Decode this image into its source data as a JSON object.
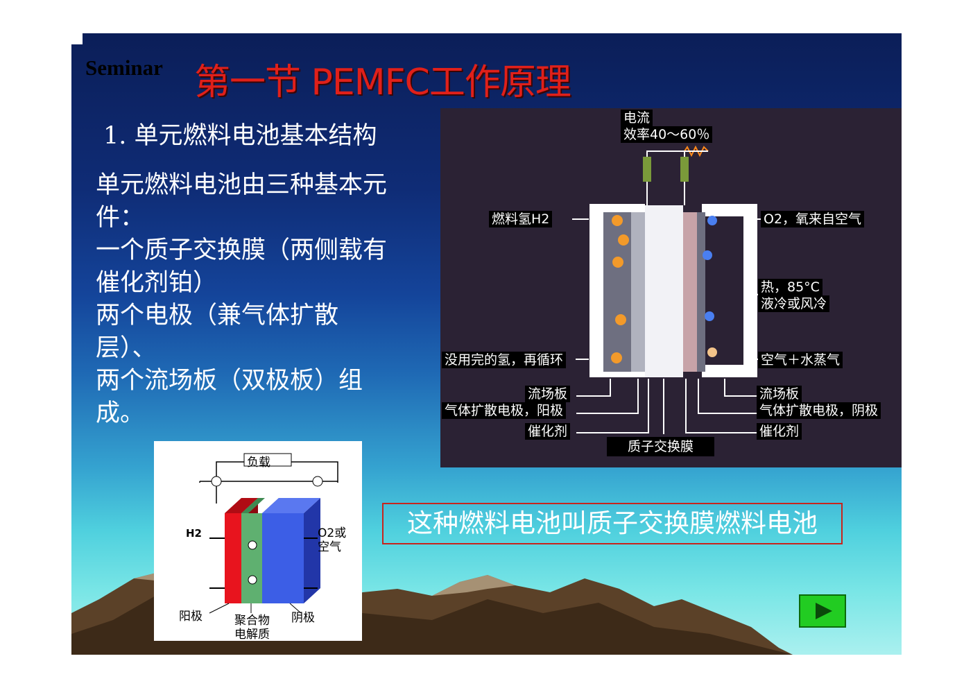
{
  "slide": {
    "seminar_label": "Seminar",
    "title": "第一节 PEMFC工作原理",
    "subheading": "1. 单元燃料电池基本结构",
    "body_lines": [
      "单元燃料电池由三种基本元",
      "件：",
      "一个质子交换膜（两侧载有",
      "催化剂铂）",
      "两个电极（兼气体扩散",
      "层）、",
      "两个流场板（双极板）组",
      "成。"
    ],
    "callout": "这种燃料电池叫质子交换膜燃料电池"
  },
  "diagram": {
    "current_label": "电流",
    "efficiency_label": "效率40～60％",
    "fuel_in": "燃料氢H2",
    "oxygen_in": "O2，氧来自空气",
    "heat": "热，85°C",
    "cooling": "液冷或风冷",
    "unused_h2": "没用完的氢，再循环",
    "air_out": "空气＋水蒸气",
    "flow_plate_left": "流场板",
    "gde_anode": "气体扩散电极，阳极",
    "catalyst_left": "催化剂",
    "membrane": "质子交换膜",
    "flow_plate_right": "流场板",
    "gde_cathode": "气体扩散电极，阴极",
    "catalyst_right": "催化剂"
  },
  "small_figure": {
    "load": "负载",
    "h2": "H2",
    "o2_line1": "O2或",
    "o2_line2": "空气",
    "anode": "阳极",
    "electrolyte_line1": "聚合物",
    "electrolyte_line2": "电解质",
    "cathode": "阴极"
  },
  "colors": {
    "title_red": "#e0201a",
    "anode_red": "#e8141e",
    "membrane_green": "#5fb070",
    "cathode_blue": "#3c5ee6",
    "button_green": "#22cc22"
  }
}
